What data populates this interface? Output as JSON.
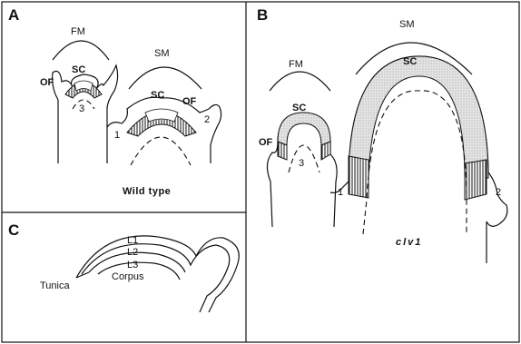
{
  "panels": {
    "A": {
      "letter": "A",
      "fm_label": "FM",
      "sm_label": "SM",
      "sc_label_fm": "SC",
      "sc_label_sm": "SC",
      "of_label_fm": "OF",
      "of_label_sm": "OF",
      "primordium_3": "3",
      "primordium_1": "1",
      "primordium_2": "2",
      "caption": "Wild type"
    },
    "B": {
      "letter": "B",
      "fm_label": "FM",
      "sm_label": "SM",
      "sc_label_fm": "SC",
      "sc_label_sm": "SC",
      "of_label": "OF",
      "primordium_3": "3",
      "primordium_1": "1",
      "primordium_2": "2",
      "caption": "clv1"
    },
    "C": {
      "letter": "C",
      "layer_l1": "L1",
      "layer_l2": "L2",
      "layer_l3": "L3",
      "tunica": "Tunica",
      "corpus": "Corpus"
    }
  },
  "colors": {
    "line": "#111111",
    "stipple": "#dcdcdc",
    "background": "#ffffff"
  }
}
